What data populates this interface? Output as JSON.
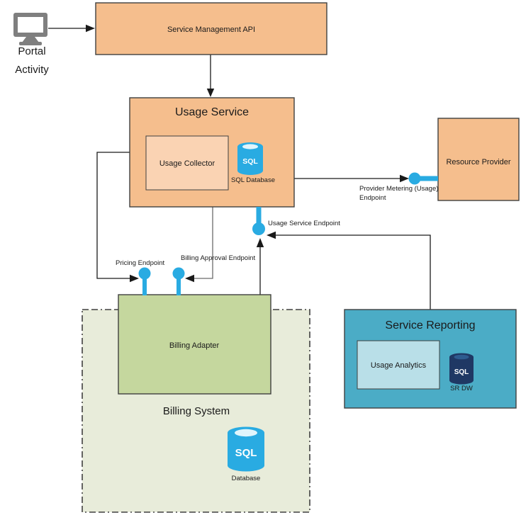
{
  "diagram": {
    "portal": {
      "line1": "Portal",
      "line2": "Activity"
    },
    "service_management_api": {
      "label": "Service Management API"
    },
    "usage_service": {
      "title": "Usage Service",
      "usage_collector": "Usage Collector",
      "sql_icon_text": "SQL",
      "sql_caption": "SQL Database"
    },
    "resource_provider": {
      "label": "Resource Provider"
    },
    "endpoints": {
      "provider_metering_line1": "Provider Metering (Usage)",
      "provider_metering_line2": "Endpoint",
      "usage_service": "Usage Service Endpoint",
      "pricing": "Pricing Endpoint",
      "billing_approval": "Billing Approval Endpoint"
    },
    "billing_system": {
      "title": "Billing System",
      "billing_adapter": "Billing Adapter",
      "sql_icon_text": "SQL",
      "db_caption": "Database"
    },
    "service_reporting": {
      "title": "Service Reporting",
      "usage_analytics": "Usage Analytics",
      "sql_icon_text": "SQL",
      "dw_caption": "SR DW"
    }
  },
  "colors": {
    "orange": "#F5BE8D",
    "orange_light": "#FAD3B3",
    "green": "#C5D79E",
    "green_bg": "#E8ECDA",
    "teal": "#4BACC6",
    "teal_light": "#B9DFE8",
    "cyan": "#29ABE2",
    "cyan_inner": "#E0F5FC",
    "navy": "#1F3864",
    "navy_inner": "#2E5B8F",
    "monitor_gray": "#7F7F7F"
  }
}
